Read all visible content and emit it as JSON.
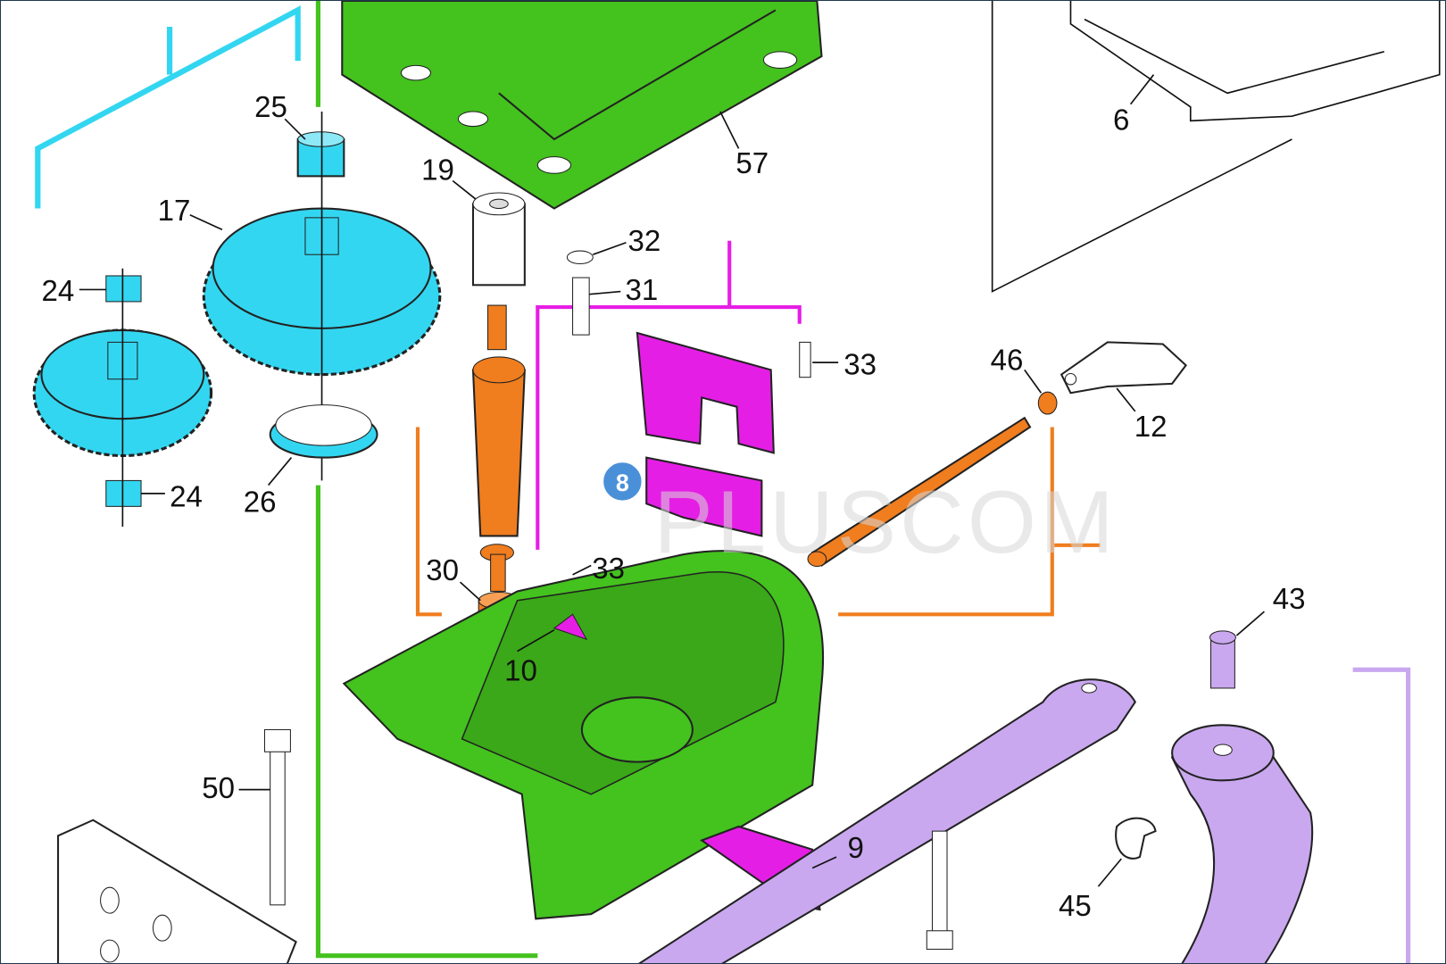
{
  "watermark": "PLUSCOM",
  "badge": {
    "label": "8",
    "color": "#4a90d9"
  },
  "colors": {
    "cyan_group": "#33d6f0",
    "green_group": "#44c21e",
    "magenta_group": "#e51ee5",
    "orange_group": "#f07d1e",
    "lilac_group": "#c9a8ef"
  },
  "labels": {
    "p25": "25",
    "p17": "17",
    "p24a": "24",
    "p24b": "24",
    "p26": "26",
    "p19": "19",
    "p57": "57",
    "p32": "32",
    "p31": "31",
    "p33a": "33",
    "p46": "46",
    "p12": "12",
    "p6": "6",
    "p30": "30",
    "p33b": "33",
    "p10": "10",
    "p43": "43",
    "p9": "9",
    "p45": "45",
    "p50": "50"
  }
}
